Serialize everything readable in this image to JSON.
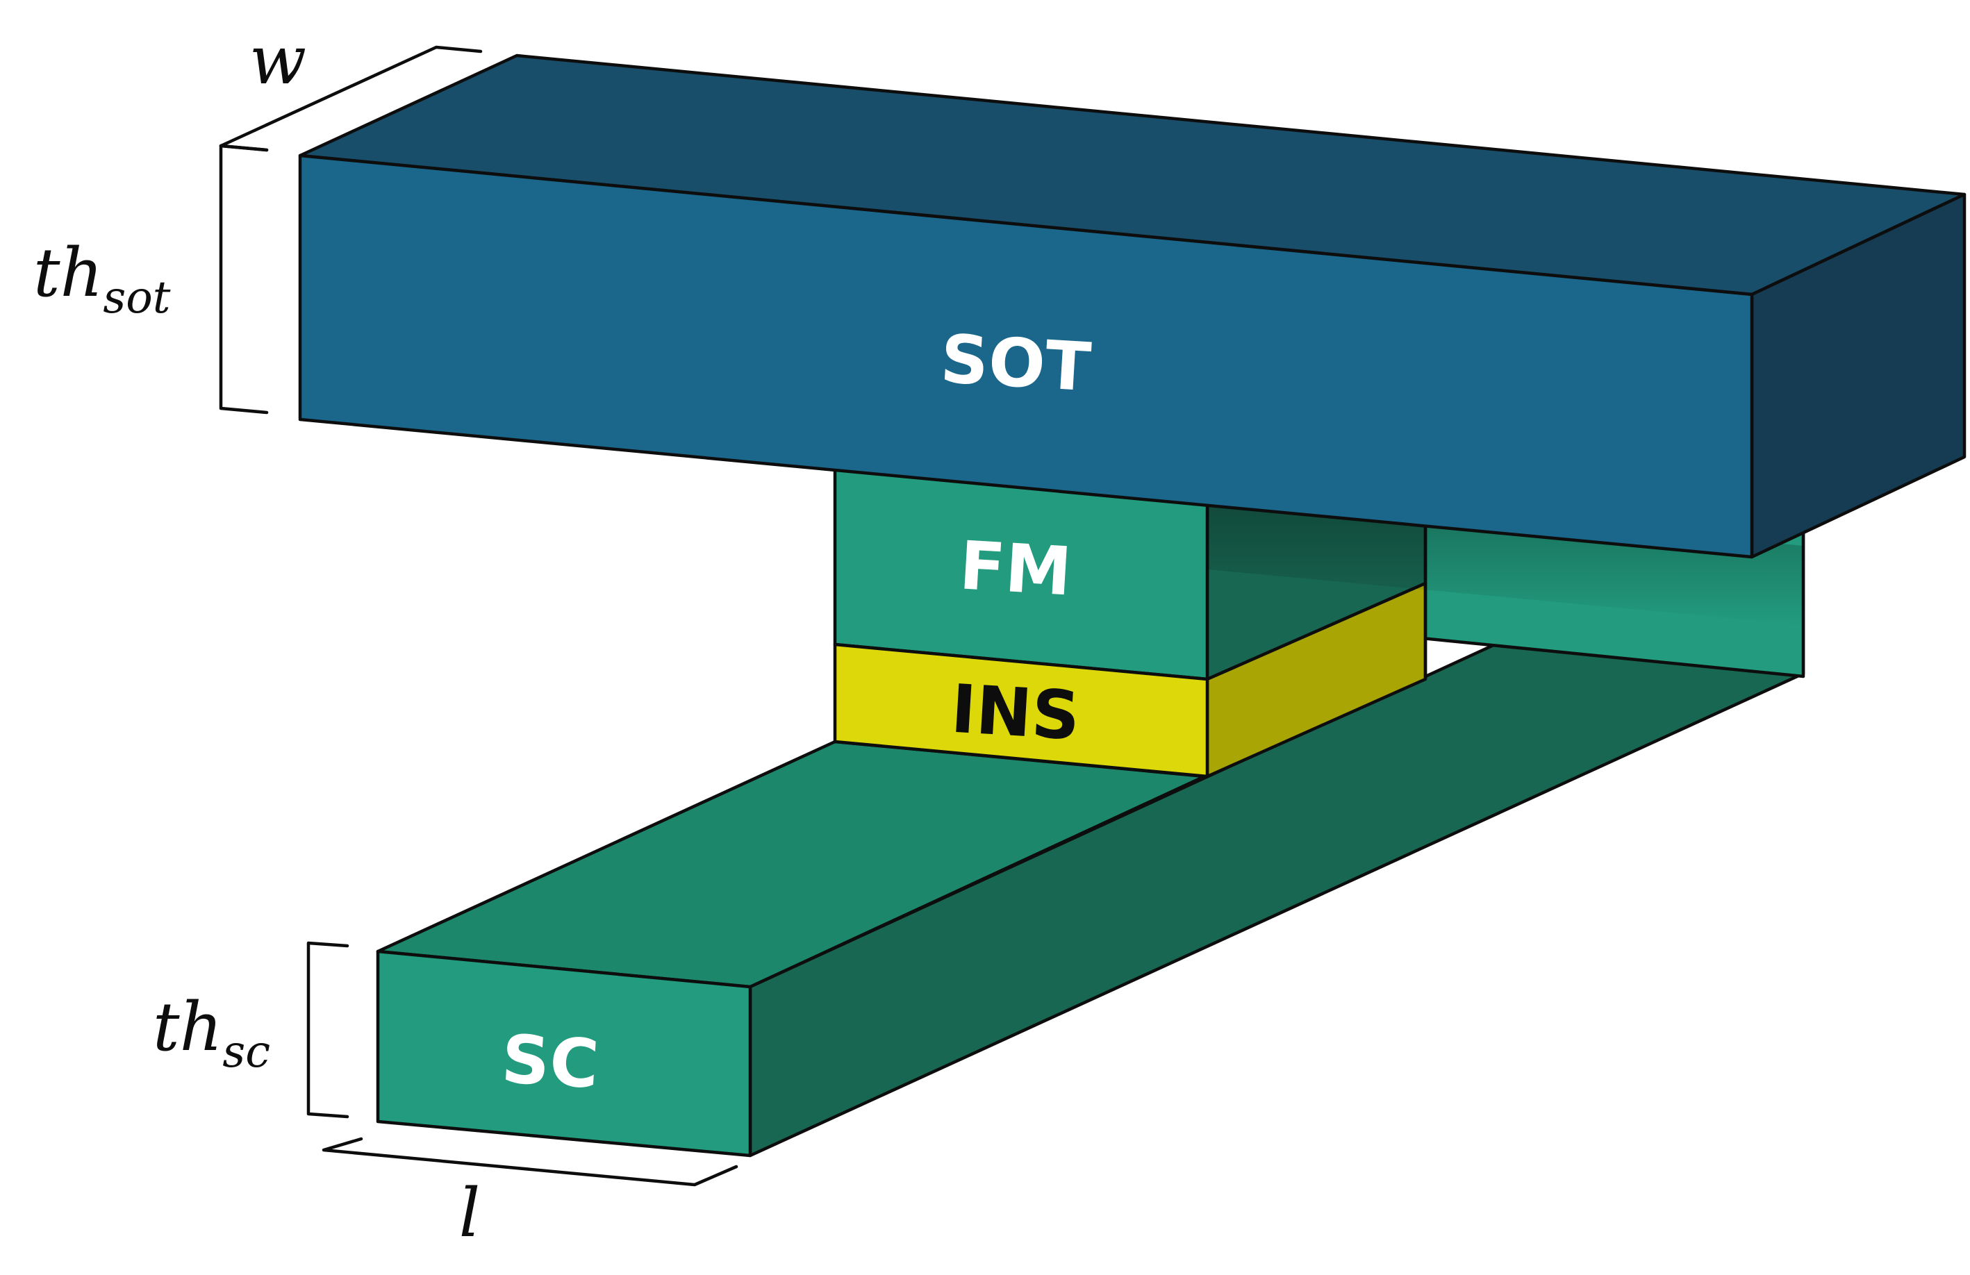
{
  "blocks": {
    "sot": {
      "label": "SOT",
      "front_color": "#1b678c",
      "top_color": "#184e6a",
      "side_color": "#153c53",
      "label_color": "#ffffff"
    },
    "fm": {
      "label": "FM",
      "front_color": "#229b7e",
      "side_color": "#186752",
      "label_color": "#ffffff"
    },
    "ins": {
      "label": "INS",
      "front_color": "#dcd80a",
      "side_color": "#a9a505",
      "label_color": "#0d0d0d"
    },
    "sc": {
      "label": "SC",
      "front_color": "#229b7e",
      "top_color": "#1d876c",
      "side_color": "#186752",
      "label_color": "#ffffff"
    }
  },
  "dimensions": {
    "w": {
      "base": "w",
      "sub": ""
    },
    "th_sot": {
      "base": "th",
      "sub": "sot"
    },
    "th_sc": {
      "base": "th",
      "sub": "sc"
    },
    "l": {
      "base": "l",
      "sub": ""
    }
  }
}
